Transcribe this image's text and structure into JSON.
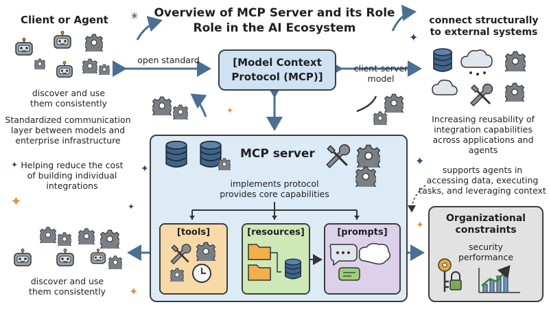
{
  "title": {
    "line1": "Overview of MCP Server and its Role",
    "line2": "Role in the AI Ecosystem"
  },
  "left": {
    "header": "Client or Agent",
    "discover_top": [
      "discover and use",
      "them consistently"
    ],
    "standardized": [
      "Standardized communication",
      "layer between models and",
      "enterprise infrastructure"
    ],
    "cost": [
      "Helping reduce the cost",
      "of building individual",
      "integrations"
    ],
    "discover_bottom": [
      "discover and use",
      "them consistently"
    ]
  },
  "center": {
    "open_standard": "open standard",
    "mcp_box": [
      "[Model Context",
      "Protocol (MCP)]"
    ],
    "client_server": [
      "client-server",
      "model"
    ]
  },
  "right": {
    "header": [
      "connect structurally",
      "to external systems"
    ],
    "reusability": [
      "Increasing reusability of",
      "integration capabilities",
      "across applications and",
      "agents"
    ],
    "supports": [
      "supports agents in",
      "accessing data, executing",
      "tasks, and leveraging context"
    ]
  },
  "server": {
    "title": "MCP server",
    "desc": [
      "implements protocol",
      "provides core capabilities"
    ],
    "tools": "[tools]",
    "resources": "[resources]",
    "prompts": "[prompts]"
  },
  "org": {
    "title": [
      "Organizational",
      "constraints"
    ],
    "items": [
      "security",
      "performance"
    ]
  },
  "colors": {
    "mcp_box": "#cfe2f3",
    "server_bg": "#dcebf6",
    "tools_bg": "#f8d9a8",
    "resources_bg": "#cfe8b8",
    "prompts_bg": "#ddd0ea",
    "org_bg": "#e2e2e2",
    "arrow_blue": "#4a6f93",
    "accent_orange": "#e8923a"
  }
}
